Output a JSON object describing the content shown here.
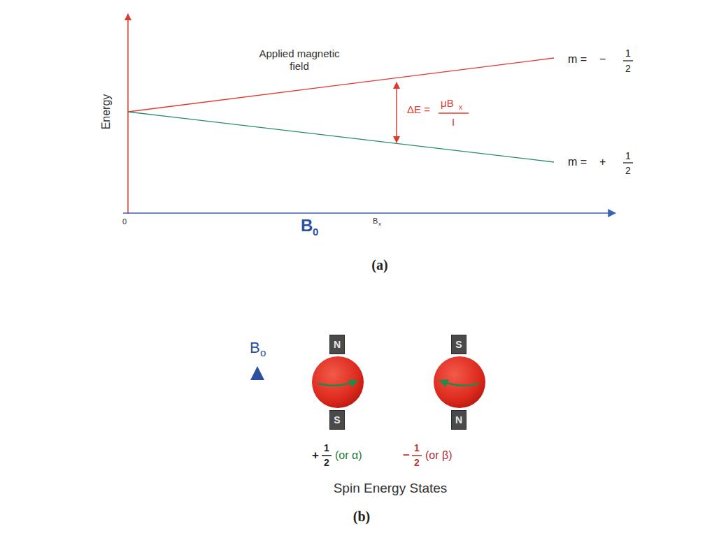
{
  "diagram": {
    "nodes": [
      {
        "text": [
          "N"
        ]
      },
      {
        "text": [
          "S"
        ]
      },
      {
        "text": [
          "S"
        ]
      },
      {
        "text": [
          "N"
        ]
      }
    ],
    "labels": [
      "Energy",
      "Applied magnetic field",
      "m =",
      "−",
      "1",
      "2",
      "m =",
      "+",
      "1",
      "2",
      "ΔE =",
      "μB",
      "x",
      "I",
      "0",
      "B",
      "0",
      "B",
      "x",
      "(a)",
      "B",
      "o",
      "+",
      "1",
      "2",
      "(or α)",
      "−",
      "1",
      "2",
      "(or β)",
      "Spin Energy States",
      "(b)"
    ]
  }
}
